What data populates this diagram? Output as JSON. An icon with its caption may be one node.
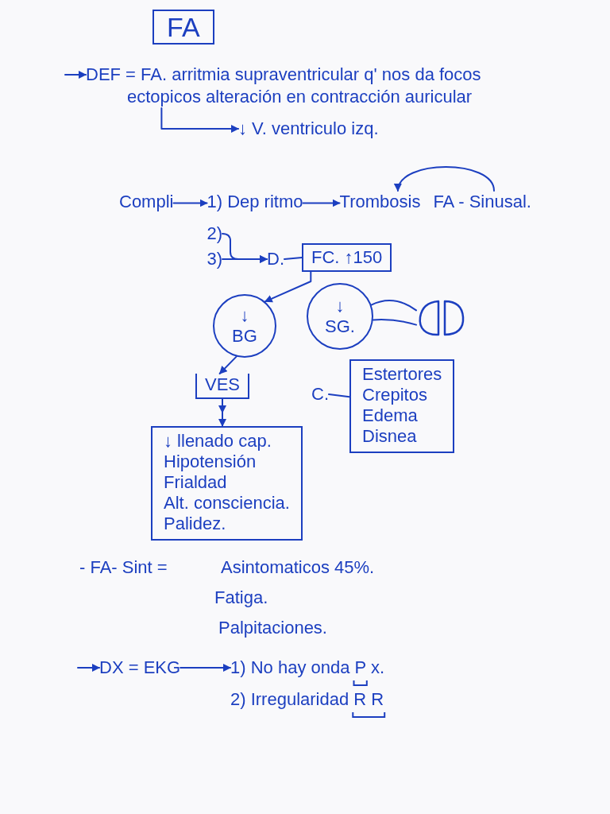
{
  "diagram": {
    "title": "FA",
    "nodes": [
      {
        "text": [
          "DEF = FA. arritmia supraventricular q' nos da focos ectopicos alteración en contracción auricular"
        ]
      },
      {
        "text": [
          "↓ V. ventriculo izq."
        ]
      },
      {
        "text": [
          "Compli"
        ]
      },
      {
        "text": [
          "1) Dep ritmo"
        ]
      },
      {
        "text": [
          "Trombosis"
        ]
      },
      {
        "text": [
          "FA - Sinusal."
        ]
      },
      {
        "text": [
          "2)"
        ]
      },
      {
        "text": [
          "3)"
        ]
      },
      {
        "text": [
          "D."
        ]
      },
      {
        "text": [
          "FC. ↑150"
        ]
      },
      {
        "text": [
          "↓ BG"
        ]
      },
      {
        "text": [
          "↓ SG."
        ]
      },
      {
        "text": [],
        "shape": "picture"
      },
      {
        "text": [
          "VES"
        ]
      },
      {
        "text": [
          "C."
        ]
      },
      {
        "text": [
          "Estertores",
          "Crepitos",
          "Edema",
          "Disnea"
        ]
      },
      {
        "text": [
          "↓ llenado cap.",
          "Hipotensión",
          "Frialdad",
          "Alt. consciencia.",
          "Palidez."
        ]
      },
      {
        "text": [
          "DX = EKG"
        ]
      },
      {
        "text": [
          "1) No hay onda P x."
        ]
      }
    ],
    "edges": [
      {
        "from": null,
        "to": 0,
        "arrow": "to"
      },
      {
        "from": 0,
        "to": 1,
        "arrow": "to"
      },
      {
        "from": 2,
        "to": 3,
        "arrow": "to"
      },
      {
        "from": 3,
        "to": 4,
        "arrow": "to"
      },
      {
        "from": 5,
        "to": 4,
        "arrow": "to"
      },
      {
        "from": 6,
        "to": 8,
        "arrow": "to"
      },
      {
        "from": 7,
        "to": 8,
        "arrow": "to"
      },
      {
        "from": 8,
        "to": 9,
        "arrow": "none"
      },
      {
        "from": 9,
        "to": 10,
        "arrow": "to"
      },
      {
        "from": 11,
        "to": 12,
        "arrow": "none"
      },
      {
        "from": 10,
        "to": 13,
        "arrow": "to"
      },
      {
        "from": 13,
        "to": 16,
        "arrow": "to"
      },
      {
        "from": 14,
        "to": 15,
        "arrow": "none"
      },
      {
        "from": null,
        "to": 17,
        "arrow": "to"
      },
      {
        "from": 17,
        "to": 18,
        "arrow": "to"
      }
    ],
    "labels": [
      "- FA- Sint =",
      "Asintomaticos 45%.",
      "Fatiga.",
      "Palpitaciones.",
      "2) Irregularidad R R"
    ]
  }
}
